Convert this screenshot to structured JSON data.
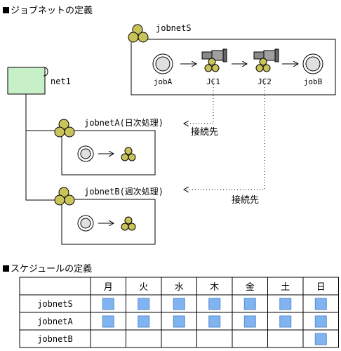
{
  "section_definition_title": "ジョブネットの定義",
  "section_schedule_title": "スケジュールの定義",
  "net_label": "net1",
  "jobnetS": {
    "label": "jobnetS",
    "jobs": [
      "jobA",
      "JC1",
      "JC2",
      "jobB"
    ]
  },
  "jobnetA": {
    "label": "jobnetA(日次処理)"
  },
  "jobnetB": {
    "label": "jobnetB(週次処理)"
  },
  "connection_label": "接続先",
  "colors": {
    "net_fill": "#c8f0c8",
    "node_fill": "#c8c45a",
    "schedule_mark": "#7fb4f0"
  },
  "schedule": {
    "days": [
      "月",
      "火",
      "水",
      "木",
      "金",
      "土",
      "日"
    ],
    "rows": [
      {
        "name": "jobnetS",
        "marks": [
          1,
          1,
          1,
          1,
          1,
          1,
          1
        ]
      },
      {
        "name": "jobnetA",
        "marks": [
          1,
          1,
          1,
          1,
          1,
          1,
          1
        ]
      },
      {
        "name": "jobnetB",
        "marks": [
          0,
          0,
          0,
          0,
          0,
          0,
          1
        ]
      }
    ]
  }
}
